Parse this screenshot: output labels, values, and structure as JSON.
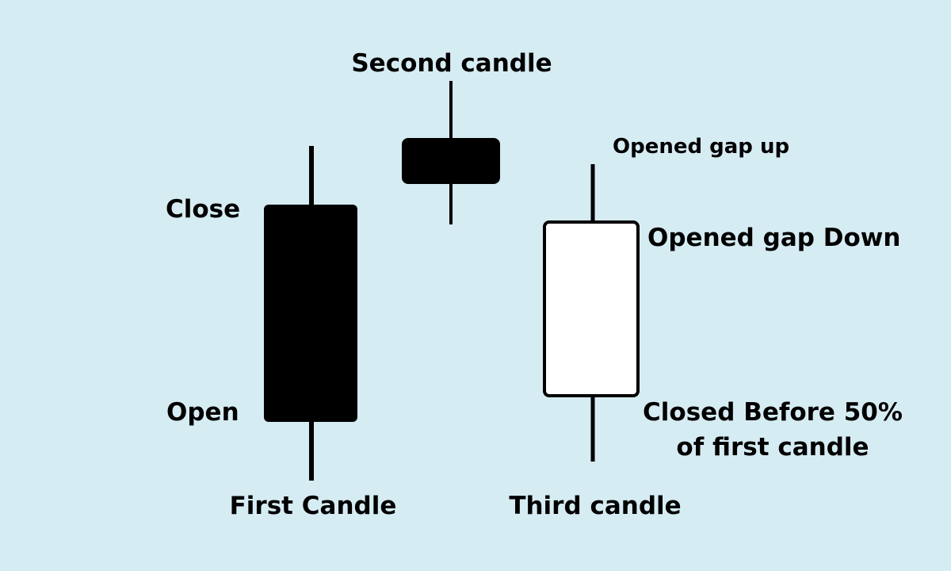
{
  "background_color": "#d6ecf3",
  "ink_color": "#000000",
  "body_fill_color": "#ffffff",
  "labels": {
    "second_candle": "Second candle",
    "opened_gap_up": "Opened gap up",
    "close": "Close",
    "opened_gap_down": "Opened gap Down",
    "open": "Open",
    "closed_before_line1": "Closed Before 50%",
    "closed_before_line2": "of first candle",
    "first_candle": "First Candle",
    "third_candle": "Third candle"
  },
  "candles": [
    {
      "name": "first-candle",
      "style": "filled"
    },
    {
      "name": "second-candle",
      "style": "filled"
    },
    {
      "name": "third-candle",
      "style": "hollow"
    }
  ]
}
